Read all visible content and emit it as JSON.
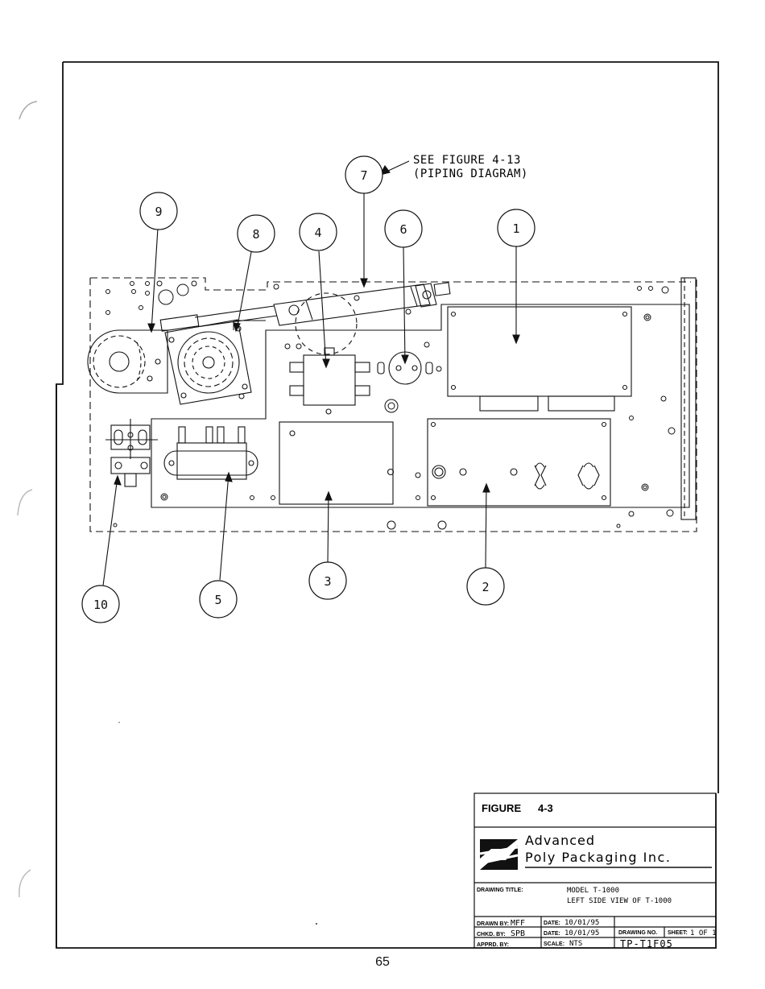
{
  "note": {
    "line1": "SEE FIGURE 4-13",
    "line2": "(PIPING DIAGRAM)"
  },
  "callouts": [
    "1",
    "2",
    "3",
    "4",
    "5",
    "6",
    "7",
    "8",
    "9",
    "10"
  ],
  "title_block": {
    "figure_label": "FIGURE",
    "figure_number": "4-3",
    "company_line1": "Advanced",
    "company_line2": "Poly Packaging Inc.",
    "drawing_title_label": "DRAWING TITLE:",
    "drawing_title_line1": "MODEL T-1000",
    "drawing_title_line2": "LEFT SIDE VIEW OF T-1000",
    "drawn_by_label": "DRAWN BY:",
    "drawn_by": "MFF",
    "checked_by_label": "CHKD. BY:",
    "checked_by": "SPB",
    "approved_by_label": "APPRD. BY:",
    "date_label_1": "DATE:",
    "date_1": "10/01/95",
    "date_label_2": "DATE:",
    "date_2": "10/01/95",
    "scale_label": "SCALE:",
    "scale": "NTS",
    "drawing_no_label": "DRAWING NO.",
    "drawing_no": "TP-T1F05",
    "sheet_label": "SHEET:",
    "sheet": "1 OF 1"
  },
  "page_number": "65"
}
